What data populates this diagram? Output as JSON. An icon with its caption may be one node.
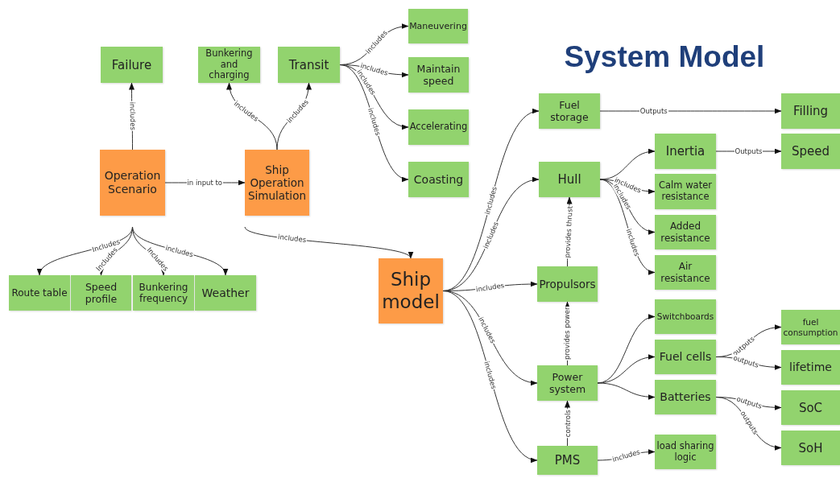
{
  "diagram": {
    "title": "System Model",
    "nodes": [
      {
        "text": [
          "Failure"
        ]
      },
      {
        "text": [
          "Bunkering and charging"
        ]
      },
      {
        "text": [
          "Transit"
        ]
      },
      {
        "text": [
          "Maneuvering"
        ]
      },
      {
        "text": [
          "Maintain speed"
        ]
      },
      {
        "text": [
          "Accelerating"
        ]
      },
      {
        "text": [
          "Coasting"
        ]
      },
      {
        "text": [
          "Operation Scenario"
        ]
      },
      {
        "text": [
          "Ship Operation Simulation"
        ]
      },
      {
        "text": [
          "Route table"
        ]
      },
      {
        "text": [
          "Speed profile"
        ]
      },
      {
        "text": [
          "Bunkering frequency"
        ]
      },
      {
        "text": [
          "Weather"
        ]
      },
      {
        "text": [
          "Ship model"
        ]
      },
      {
        "text": [
          "Fuel storage"
        ]
      },
      {
        "text": [
          "Hull"
        ]
      },
      {
        "text": [
          "Propulsors"
        ]
      },
      {
        "text": [
          "Power system"
        ]
      },
      {
        "text": [
          "PMS"
        ]
      },
      {
        "text": [
          "Filling"
        ]
      },
      {
        "text": [
          "Inertia"
        ]
      },
      {
        "text": [
          "Speed"
        ]
      },
      {
        "text": [
          "Calm water resistance"
        ]
      },
      {
        "text": [
          "Added resistance"
        ]
      },
      {
        "text": [
          "Air resistance"
        ]
      },
      {
        "text": [
          "Switchboards"
        ]
      },
      {
        "text": [
          "Fuel cells"
        ]
      },
      {
        "text": [
          "Batteries"
        ]
      },
      {
        "text": [
          "fuel consumption"
        ]
      },
      {
        "text": [
          "lifetime"
        ]
      },
      {
        "text": [
          "SoC"
        ]
      },
      {
        "text": [
          "SoH"
        ]
      },
      {
        "text": [
          "load sharing logic"
        ]
      }
    ],
    "edges": [
      {
        "from": 7,
        "to": 0,
        "arrow": "to",
        "label": "includes"
      },
      {
        "from": 7,
        "to": 8,
        "arrow": "to",
        "label": "in input to"
      },
      {
        "from": 8,
        "to": 1,
        "arrow": "to",
        "label": "includes"
      },
      {
        "from": 8,
        "to": 2,
        "arrow": "to",
        "label": "includes"
      },
      {
        "from": 2,
        "to": 3,
        "arrow": "to",
        "label": "includes"
      },
      {
        "from": 2,
        "to": 4,
        "arrow": "to",
        "label": "includes"
      },
      {
        "from": 2,
        "to": 5,
        "arrow": "to",
        "label": "includes"
      },
      {
        "from": 2,
        "to": 6,
        "arrow": "to",
        "label": "includes"
      },
      {
        "from": 7,
        "to": 9,
        "arrow": "to",
        "label": "Includes"
      },
      {
        "from": 7,
        "to": 10,
        "arrow": "to",
        "label": "Includes"
      },
      {
        "from": 7,
        "to": 11,
        "arrow": "to",
        "label": "Includes"
      },
      {
        "from": 7,
        "to": 12,
        "arrow": "to",
        "label": "includes"
      },
      {
        "from": 8,
        "to": 13,
        "arrow": "to",
        "label": "includes"
      },
      {
        "from": 13,
        "to": 14,
        "arrow": "to",
        "label": "includes"
      },
      {
        "from": 13,
        "to": 15,
        "arrow": "to",
        "label": "includes"
      },
      {
        "from": 13,
        "to": 16,
        "arrow": "to",
        "label": "includes"
      },
      {
        "from": 13,
        "to": 17,
        "arrow": "to",
        "label": "includes"
      },
      {
        "from": 13,
        "to": 18,
        "arrow": "to",
        "label": "includes"
      },
      {
        "from": 14,
        "to": 19,
        "arrow": "to",
        "label": "Outputs"
      },
      {
        "from": 15,
        "to": 20,
        "arrow": "to"
      },
      {
        "from": 15,
        "to": 22,
        "arrow": "to",
        "label": "includes"
      },
      {
        "from": 15,
        "to": 23,
        "arrow": "to",
        "label": "includes"
      },
      {
        "from": 15,
        "to": 24,
        "arrow": "to",
        "label": "includes"
      },
      {
        "from": 20,
        "to": 21,
        "arrow": "to",
        "label": "Outputs"
      },
      {
        "from": 16,
        "to": 15,
        "arrow": "to",
        "label": "provides thrust"
      },
      {
        "from": 17,
        "to": 16,
        "arrow": "to",
        "label": "provides power"
      },
      {
        "from": 18,
        "to": 17,
        "arrow": "to",
        "label": "controls"
      },
      {
        "from": 17,
        "to": 25,
        "arrow": "to"
      },
      {
        "from": 17,
        "to": 26,
        "arrow": "to"
      },
      {
        "from": 17,
        "to": 27,
        "arrow": "to"
      },
      {
        "from": 26,
        "to": 28,
        "arrow": "to",
        "label": "outputs"
      },
      {
        "from": 26,
        "to": 29,
        "arrow": "to",
        "label": "outputs"
      },
      {
        "from": 27,
        "to": 30,
        "arrow": "to",
        "label": "outputs"
      },
      {
        "from": 27,
        "to": 31,
        "arrow": "to",
        "label": "outputs"
      },
      {
        "from": 18,
        "to": 32,
        "arrow": "to",
        "label": "includes"
      }
    ]
  }
}
